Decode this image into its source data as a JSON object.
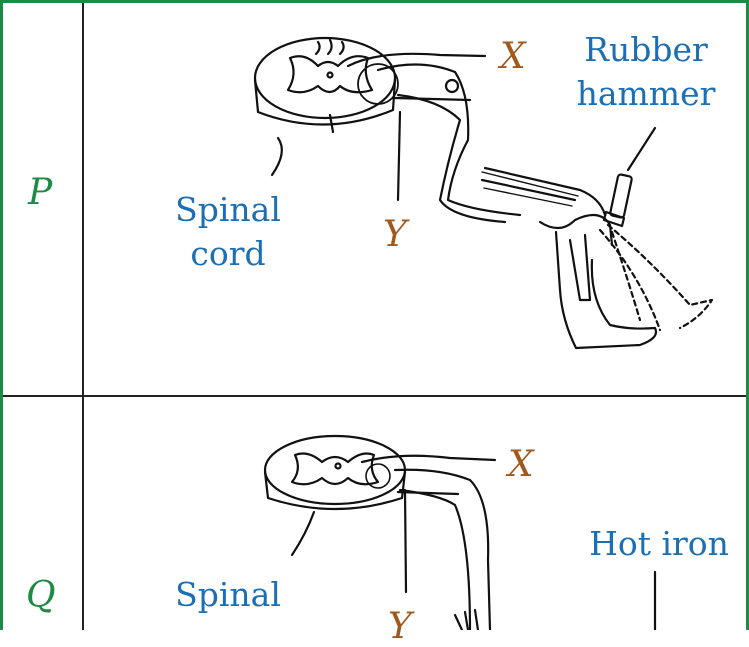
{
  "rows": [
    {
      "label": "P",
      "labels": {
        "x": "X",
        "y": "Y",
        "spinal_cord_line1": "Spinal",
        "spinal_cord_line2": "cord",
        "stimulus_line1": "Rubber",
        "stimulus_line2": "hammer"
      }
    },
    {
      "label": "Q",
      "labels": {
        "x": "X",
        "y": "Y",
        "spinal_cord_line1": "Spinal",
        "stimulus": "Hot iron"
      }
    }
  ],
  "colors": {
    "border": "#1e8a44",
    "row_label": "#1e8a44",
    "term_label": "#1c6fb5",
    "letter_label": "#a0581d"
  }
}
